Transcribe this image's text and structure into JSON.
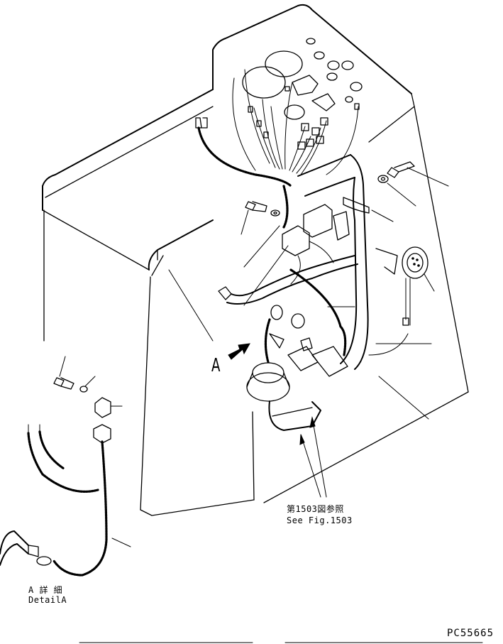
{
  "view_label": "A",
  "reference": {
    "jp": "第1503図参照",
    "en": "See Fig.1503"
  },
  "detail": {
    "jp": "A 詳 細",
    "en": "DetailA"
  },
  "drawing_code": "PC55665"
}
